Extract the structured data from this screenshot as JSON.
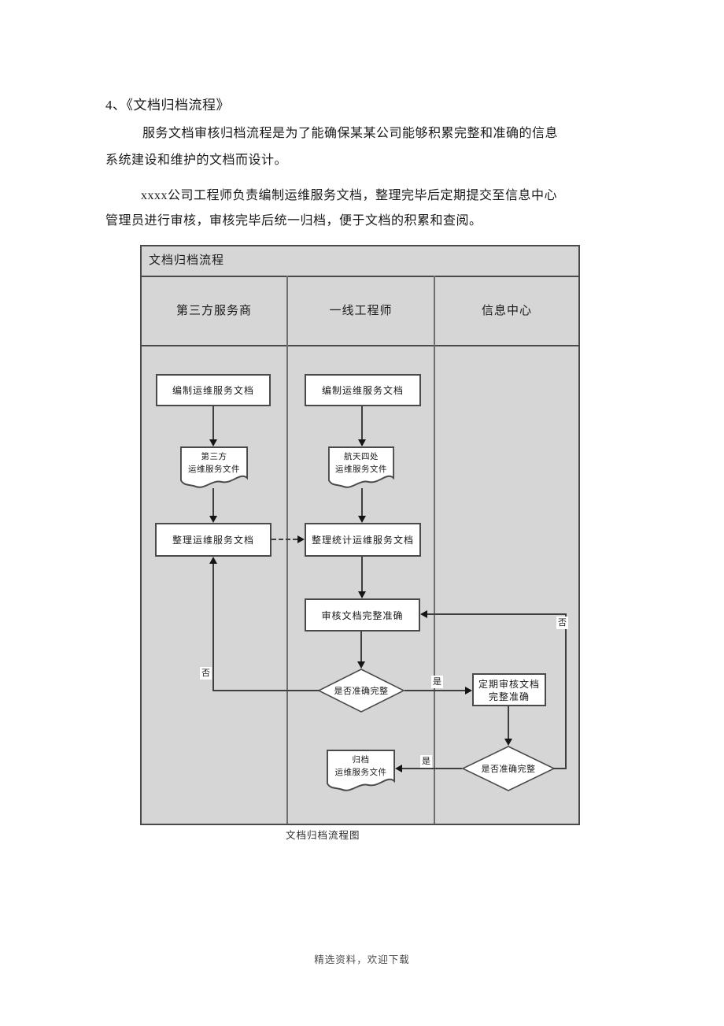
{
  "document": {
    "heading": "4、《文档归档流程》",
    "para1_line1": "服务文档审核归档流程是为了能确保某某公司能够积累完整和准确的信息",
    "para1_line2": "系统建设和维护的文档而设计。",
    "para2_line1": "xxxx公司工程师负责编制运维服务文档，整理完毕后定期提交至信息中心",
    "para2_line2": "管理员进行审核，审核完毕后统一归档，便于文档的积累和查阅。",
    "figure_caption": "文档归档流程图",
    "footer": "精选资料，欢迎下载"
  },
  "flowchart": {
    "title": "文档归档流程",
    "lanes": [
      {
        "label": "第三方服务商"
      },
      {
        "label": "一线工程师"
      },
      {
        "label": "信息中心"
      }
    ],
    "nodes": {
      "vendor_compile": "编制运维服务文档",
      "vendor_doc_line1": "第三方",
      "vendor_doc_line2": "运维服务文件",
      "vendor_organize": "整理运维服务文档",
      "engineer_compile": "编制运维服务文档",
      "engineer_doc_line1": "航天四处",
      "engineer_doc_line2": "运维服务文件",
      "engineer_organize": "整理统计运维服务文档",
      "engineer_review": "审核文档完整准确",
      "engineer_decision": "是否准确完整",
      "center_review_line1": "定期审核文档",
      "center_review_line2": "完整准确",
      "center_decision": "是否准确完整",
      "archive_doc_line1": "归档",
      "archive_doc_line2": "运维服务文件"
    },
    "edge_labels": {
      "engineer_decision_no": "否",
      "engineer_decision_yes": "是",
      "center_decision_no": "否",
      "center_decision_yes": "是"
    },
    "colors": {
      "lane_background": "#d6d6d6",
      "frame_border": "#4a4a4a",
      "connector": "#3f3f3f",
      "node_background": "#ffffff",
      "text": "#1a1a1a"
    }
  }
}
